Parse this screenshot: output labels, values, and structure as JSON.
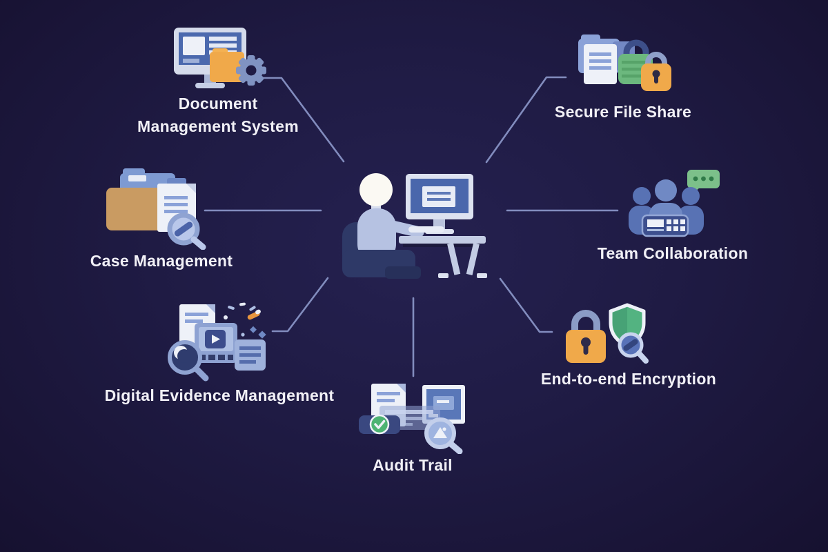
{
  "palette": {
    "background": "#1e1a42",
    "connector_line": "#8d99cb",
    "label_text": "#f1f0f6",
    "accent_orange": "#f0a94a",
    "accent_green": "#5cb583",
    "accent_blue": "#4b69ae",
    "figure_light_blue": "#b6c2e2",
    "chair_dark_blue": "#2e3967"
  },
  "center": {
    "icon": "person-at-computer-icon"
  },
  "nodes": [
    {
      "id": "document-management-system",
      "label": "Document\nManagement System",
      "icon": "monitor-folder-gear-icon",
      "position": "top-left"
    },
    {
      "id": "secure-file-share",
      "label": "Secure File Share",
      "icon": "folder-locks-icon",
      "position": "top-right"
    },
    {
      "id": "case-management",
      "label": "Case Management",
      "icon": "folders-document-magnifier-icon",
      "position": "left"
    },
    {
      "id": "team-collaboration",
      "label": "Team Collaboration",
      "icon": "people-chat-bubble-icon",
      "position": "right"
    },
    {
      "id": "digital-evidence-management",
      "label": "Digital Evidence Management",
      "icon": "media-evidence-magnifier-icon",
      "position": "bottom-left"
    },
    {
      "id": "end-to-end-encryption",
      "label": "End-to-end Encryption",
      "icon": "padlock-shield-magnifier-icon",
      "position": "bottom-right"
    },
    {
      "id": "audit-trail",
      "label": "Audit Trail",
      "icon": "document-check-monitor-magnifier-icon",
      "position": "bottom-center"
    }
  ]
}
